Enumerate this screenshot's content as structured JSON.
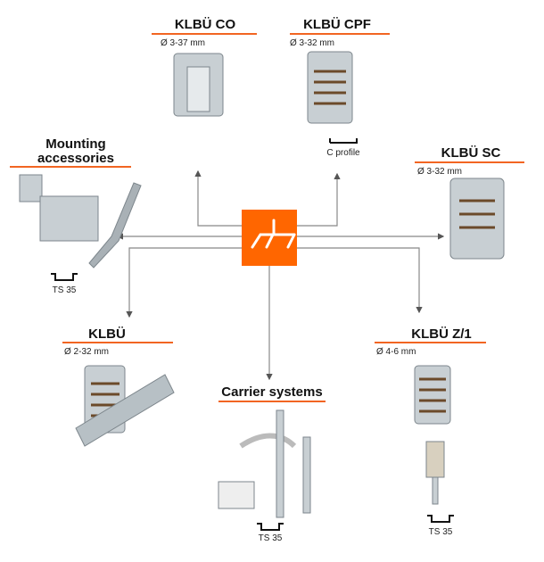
{
  "products": {
    "co": {
      "title": "KLBÜ CO",
      "range": "Ø 3-37 mm"
    },
    "cpf": {
      "title": "KLBÜ CPF",
      "range": "Ø 3-32 mm",
      "caption": "C profile"
    },
    "sc": {
      "title": "KLBÜ SC",
      "range": "Ø 3-32 mm"
    },
    "mounting": {
      "title_line1": "Mounting",
      "title_line2": "accessories",
      "caption": "TS 35"
    },
    "klbu": {
      "title": "KLBÜ",
      "range": "Ø 2-32 mm"
    },
    "carrier": {
      "title": "Carrier systems",
      "caption": "TS 35"
    },
    "z1": {
      "title": "KLBÜ Z/1",
      "range": "Ø 4-6 mm",
      "caption": "TS 35"
    }
  },
  "colors": {
    "accent": "#ff6600",
    "line": "#888888"
  }
}
